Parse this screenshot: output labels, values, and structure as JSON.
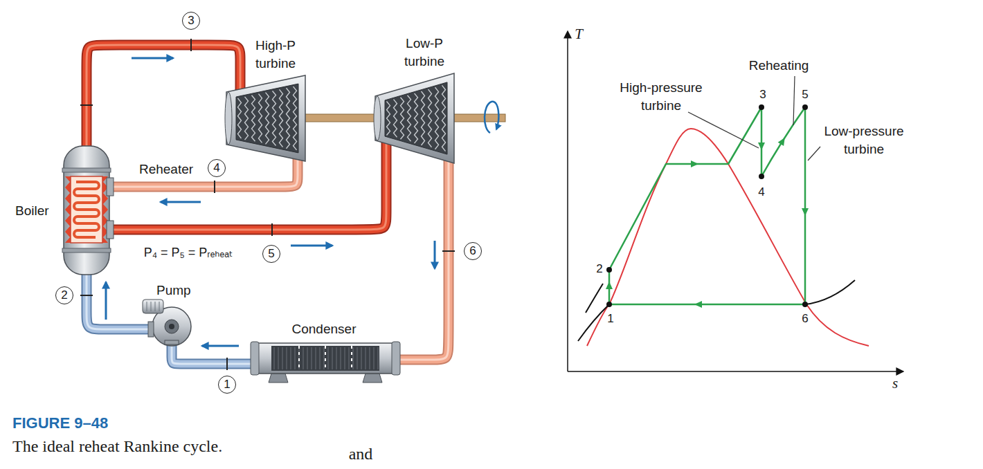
{
  "diagram": {
    "title": "FIGURE 9–48",
    "caption": "The ideal reheat Rankine cycle.",
    "nodes": [
      {
        "text": [
          "High-P turbine"
        ]
      },
      {
        "text": [
          "Low-P turbine"
        ]
      },
      {
        "text": [
          "Boiler"
        ]
      },
      {
        "text": [
          "Pump"
        ]
      },
      {
        "text": [
          "Condenser"
        ]
      }
    ],
    "edges": [
      {
        "from": 2,
        "to": 0,
        "arrow": "none"
      },
      {
        "from": 0,
        "to": 2,
        "arrow": "none"
      },
      {
        "from": 2,
        "to": 1,
        "arrow": "none"
      },
      {
        "from": 1,
        "to": 4,
        "arrow": "none"
      },
      {
        "from": 4,
        "to": 3,
        "arrow": "none"
      },
      {
        "from": 3,
        "to": 2,
        "arrow": "none"
      }
    ],
    "labels": [
      "3",
      "Reheater",
      "4",
      "P₄ = P₅ = Pᵣₑₕₑₐₜ",
      "5",
      "6",
      "2",
      "1",
      "T",
      "Reheating",
      "High-pressure turbine",
      "3",
      "5",
      "Low-pressure turbine",
      "4",
      "2",
      "1",
      "6",
      "s",
      "and"
    ]
  }
}
